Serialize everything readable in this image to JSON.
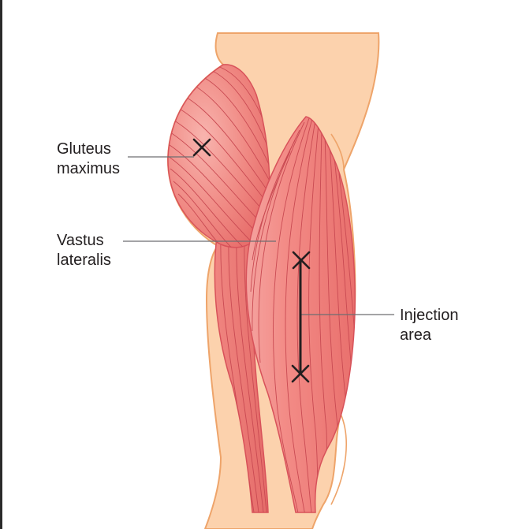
{
  "labels": {
    "gluteus": {
      "line1": "Gluteus",
      "line2": "maximus"
    },
    "vastus": {
      "line1": "Vastus",
      "line2": "lateralis"
    },
    "injection": {
      "line1": "Injection",
      "line2": "area"
    }
  },
  "colors": {
    "skin": "#fcd2ad",
    "skin_outline": "#eea46a",
    "muscle": "#ef7b78",
    "muscle_light": "#f6aaa5",
    "muscle_outline": "#d8525a",
    "fiber": "#c94a52",
    "marker": "#231f20",
    "leader_line": "#6d6e71"
  },
  "icons": [
    "cross-marker-icon"
  ]
}
